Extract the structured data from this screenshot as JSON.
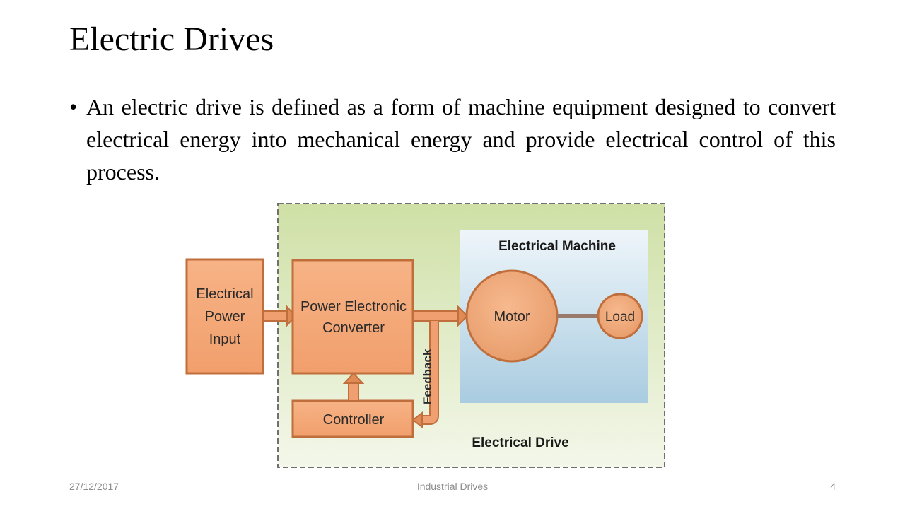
{
  "slide": {
    "title": "Electric Drives",
    "bullet": "An electric drive is defined as a form of machine equipment designed to convert electrical energy into mechanical energy and provide electrical control of this process."
  },
  "diagram": {
    "input_lines": [
      "Electrical",
      "Power",
      "Input"
    ],
    "converter_lines": [
      "Power Electronic",
      "Converter"
    ],
    "controller": "Controller",
    "feedback": "Feedback",
    "machine_label": "Electrical Machine",
    "motor": "Motor",
    "load": "Load",
    "drive_label": "Electrical Drive"
  },
  "footer": {
    "date": "27/12/2017",
    "center": "Industrial Drives",
    "page": "4"
  },
  "colors": {
    "block_fill": "#f4a874",
    "block_stroke": "#c06f3c",
    "drive_bg": "#d6e6b4",
    "machine_bg": "#cde2ee"
  }
}
